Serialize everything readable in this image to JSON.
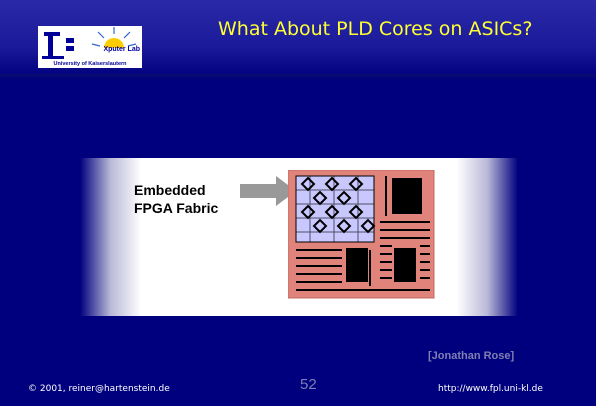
{
  "header": {
    "title": "What About PLD Cores on ASICs?",
    "logo": {
      "lab_name": "Xputer Lab",
      "university": "University of Kaiserslautern"
    }
  },
  "figure": {
    "callout_line1": "Embedded",
    "callout_line2": "FPGA Fabric",
    "chip_color": "#e0837a",
    "fabric_color": "#c8c8ff"
  },
  "citation": "[Jonathan Rose]",
  "footer": {
    "copyright": "© 2001, reiner@hartenstein.de",
    "page_number": "52",
    "url": "http://www.fpl.uni-kl.de"
  },
  "colors": {
    "background": "#00007e",
    "title": "#ffff33",
    "muted_text": "#7f7fb4"
  }
}
